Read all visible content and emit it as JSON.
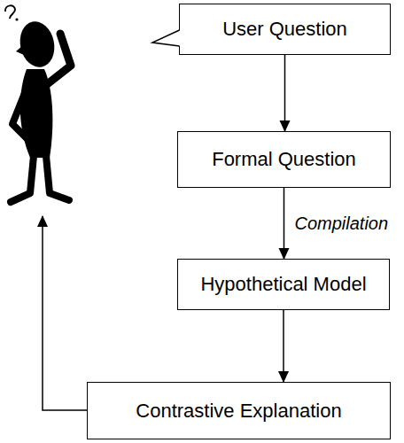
{
  "diagram": {
    "nodes": [
      {
        "text": [
          "User Question"
        ]
      },
      {
        "text": [
          "Formal Question"
        ]
      },
      {
        "text": [
          "Hypothetical Model"
        ]
      },
      {
        "text": [
          "Contrastive Explanation"
        ]
      }
    ],
    "edges": [
      {
        "from": 0,
        "to": 1,
        "arrow": "to"
      },
      {
        "from": 1,
        "to": 2,
        "arrow": "to",
        "label": "Compilation"
      },
      {
        "from": 2,
        "to": 3,
        "arrow": "to"
      }
    ]
  }
}
